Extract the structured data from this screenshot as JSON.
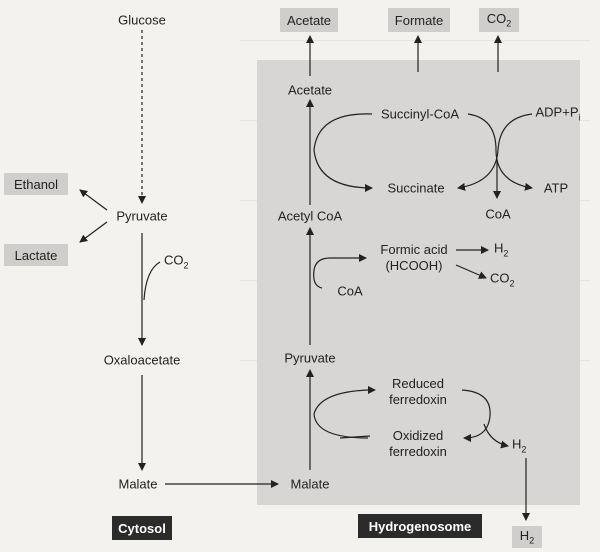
{
  "cytosol": {
    "glucose": "Glucose",
    "ethanol": "Ethanol",
    "pyruvate": "Pyruvate",
    "lactate": "Lactate",
    "co2": "CO",
    "co2_sub": "2",
    "oxaloacetate": "Oxaloacetate",
    "malate": "Malate",
    "region_label": "Cytosol"
  },
  "hydrogenosome": {
    "acetate_out": "Acetate",
    "formate_out": "Formate",
    "co2_out": "CO",
    "co2_out_sub": "2",
    "acetate": "Acetate",
    "succinyl_coa": "Succinyl-CoA",
    "adp_pi": "ADP+P",
    "adp_pi_sub": "i",
    "succinate": "Succinate",
    "atp": "ATP",
    "coa_1": "CoA",
    "acetyl_coa": "Acetyl CoA",
    "formic_acid_line1": "Formic acid",
    "formic_acid_line2": "(HCOOH)",
    "h2_1": "H",
    "h2_1_sub": "2",
    "co2_2": "CO",
    "co2_2_sub": "2",
    "coa_2": "CoA",
    "pyruvate": "Pyruvate",
    "reduced_line1": "Reduced",
    "reduced_line2": "ferredoxin",
    "oxidized_line1": "Oxidized",
    "oxidized_line2": "ferredoxin",
    "h2_2": "H",
    "h2_2_sub": "2",
    "malate": "Malate",
    "h2_out": "H",
    "h2_out_sub": "2",
    "region_label": "Hydrogenosome"
  }
}
